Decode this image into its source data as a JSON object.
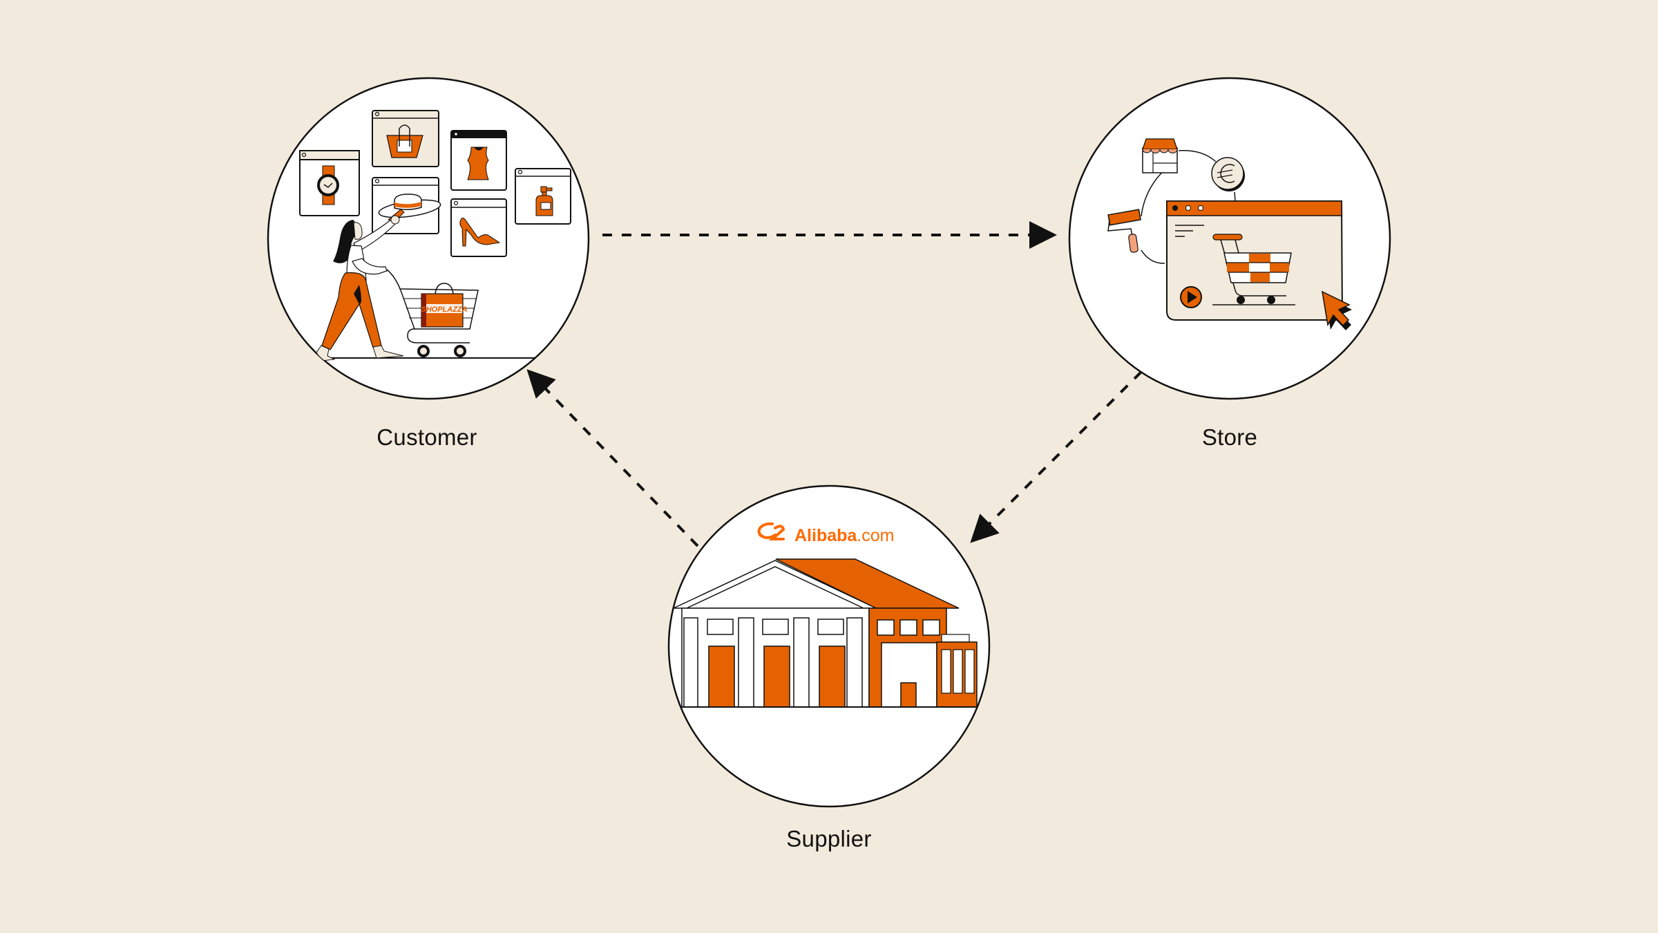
{
  "diagram": {
    "type": "cycle-flow",
    "colors": {
      "background": "#f2eadc",
      "accent": "#e46200",
      "accent_light": "#f4a07a",
      "cream": "#f2eadc",
      "line": "#111111",
      "circle_fill": "#ffffff"
    },
    "nodes": [
      {
        "id": "customer",
        "label": "Customer",
        "illustration": "shopper-with-cart-and-product-windows",
        "bag_text": "SHOPLAZZA"
      },
      {
        "id": "store",
        "label": "Store",
        "illustration": "online-store-browser-with-cart"
      },
      {
        "id": "supplier",
        "label": "Supplier",
        "illustration": "warehouse-building",
        "brand_text": "Alibaba",
        "brand_suffix": ".com"
      }
    ],
    "edges": [
      {
        "from": "customer",
        "to": "store",
        "style": "dashed",
        "arrow": "end"
      },
      {
        "from": "store",
        "to": "supplier",
        "style": "dashed",
        "arrow": "end"
      },
      {
        "from": "supplier",
        "to": "customer",
        "style": "dashed",
        "arrow": "end"
      }
    ]
  }
}
